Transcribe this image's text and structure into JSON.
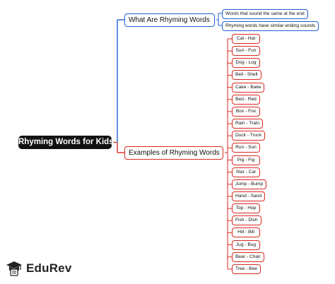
{
  "root": {
    "label": "Rhyming Words for Kids"
  },
  "branches": [
    {
      "label": "What Are Rhyming Words",
      "color": "#1f5fd6",
      "leaves": [
        "Words that sound the same at the end",
        "Rhyming words have similar ending sounds"
      ]
    },
    {
      "label": "Examples of Rhyming Words",
      "color": "#d72a22",
      "leaves": [
        "Cat - Hat",
        "Sun - Fun",
        "Dog - Log",
        "Bell - Shell",
        "Cake - Bake",
        "Bed - Red",
        "Box - Fox",
        "Rain - Train",
        "Duck - Truck",
        "Run - Sun",
        "Pig - Fig",
        "Star - Car",
        "Jump - Bump",
        "Hand - Sand",
        "Top - Hop",
        "Fish - Dish",
        "Hill - Bill",
        "Jug - Bug",
        "Bear - Chair",
        "Tree - Bee"
      ]
    }
  ],
  "logo": {
    "text": "EduRev",
    "icon": "graduation-cap-icon"
  }
}
